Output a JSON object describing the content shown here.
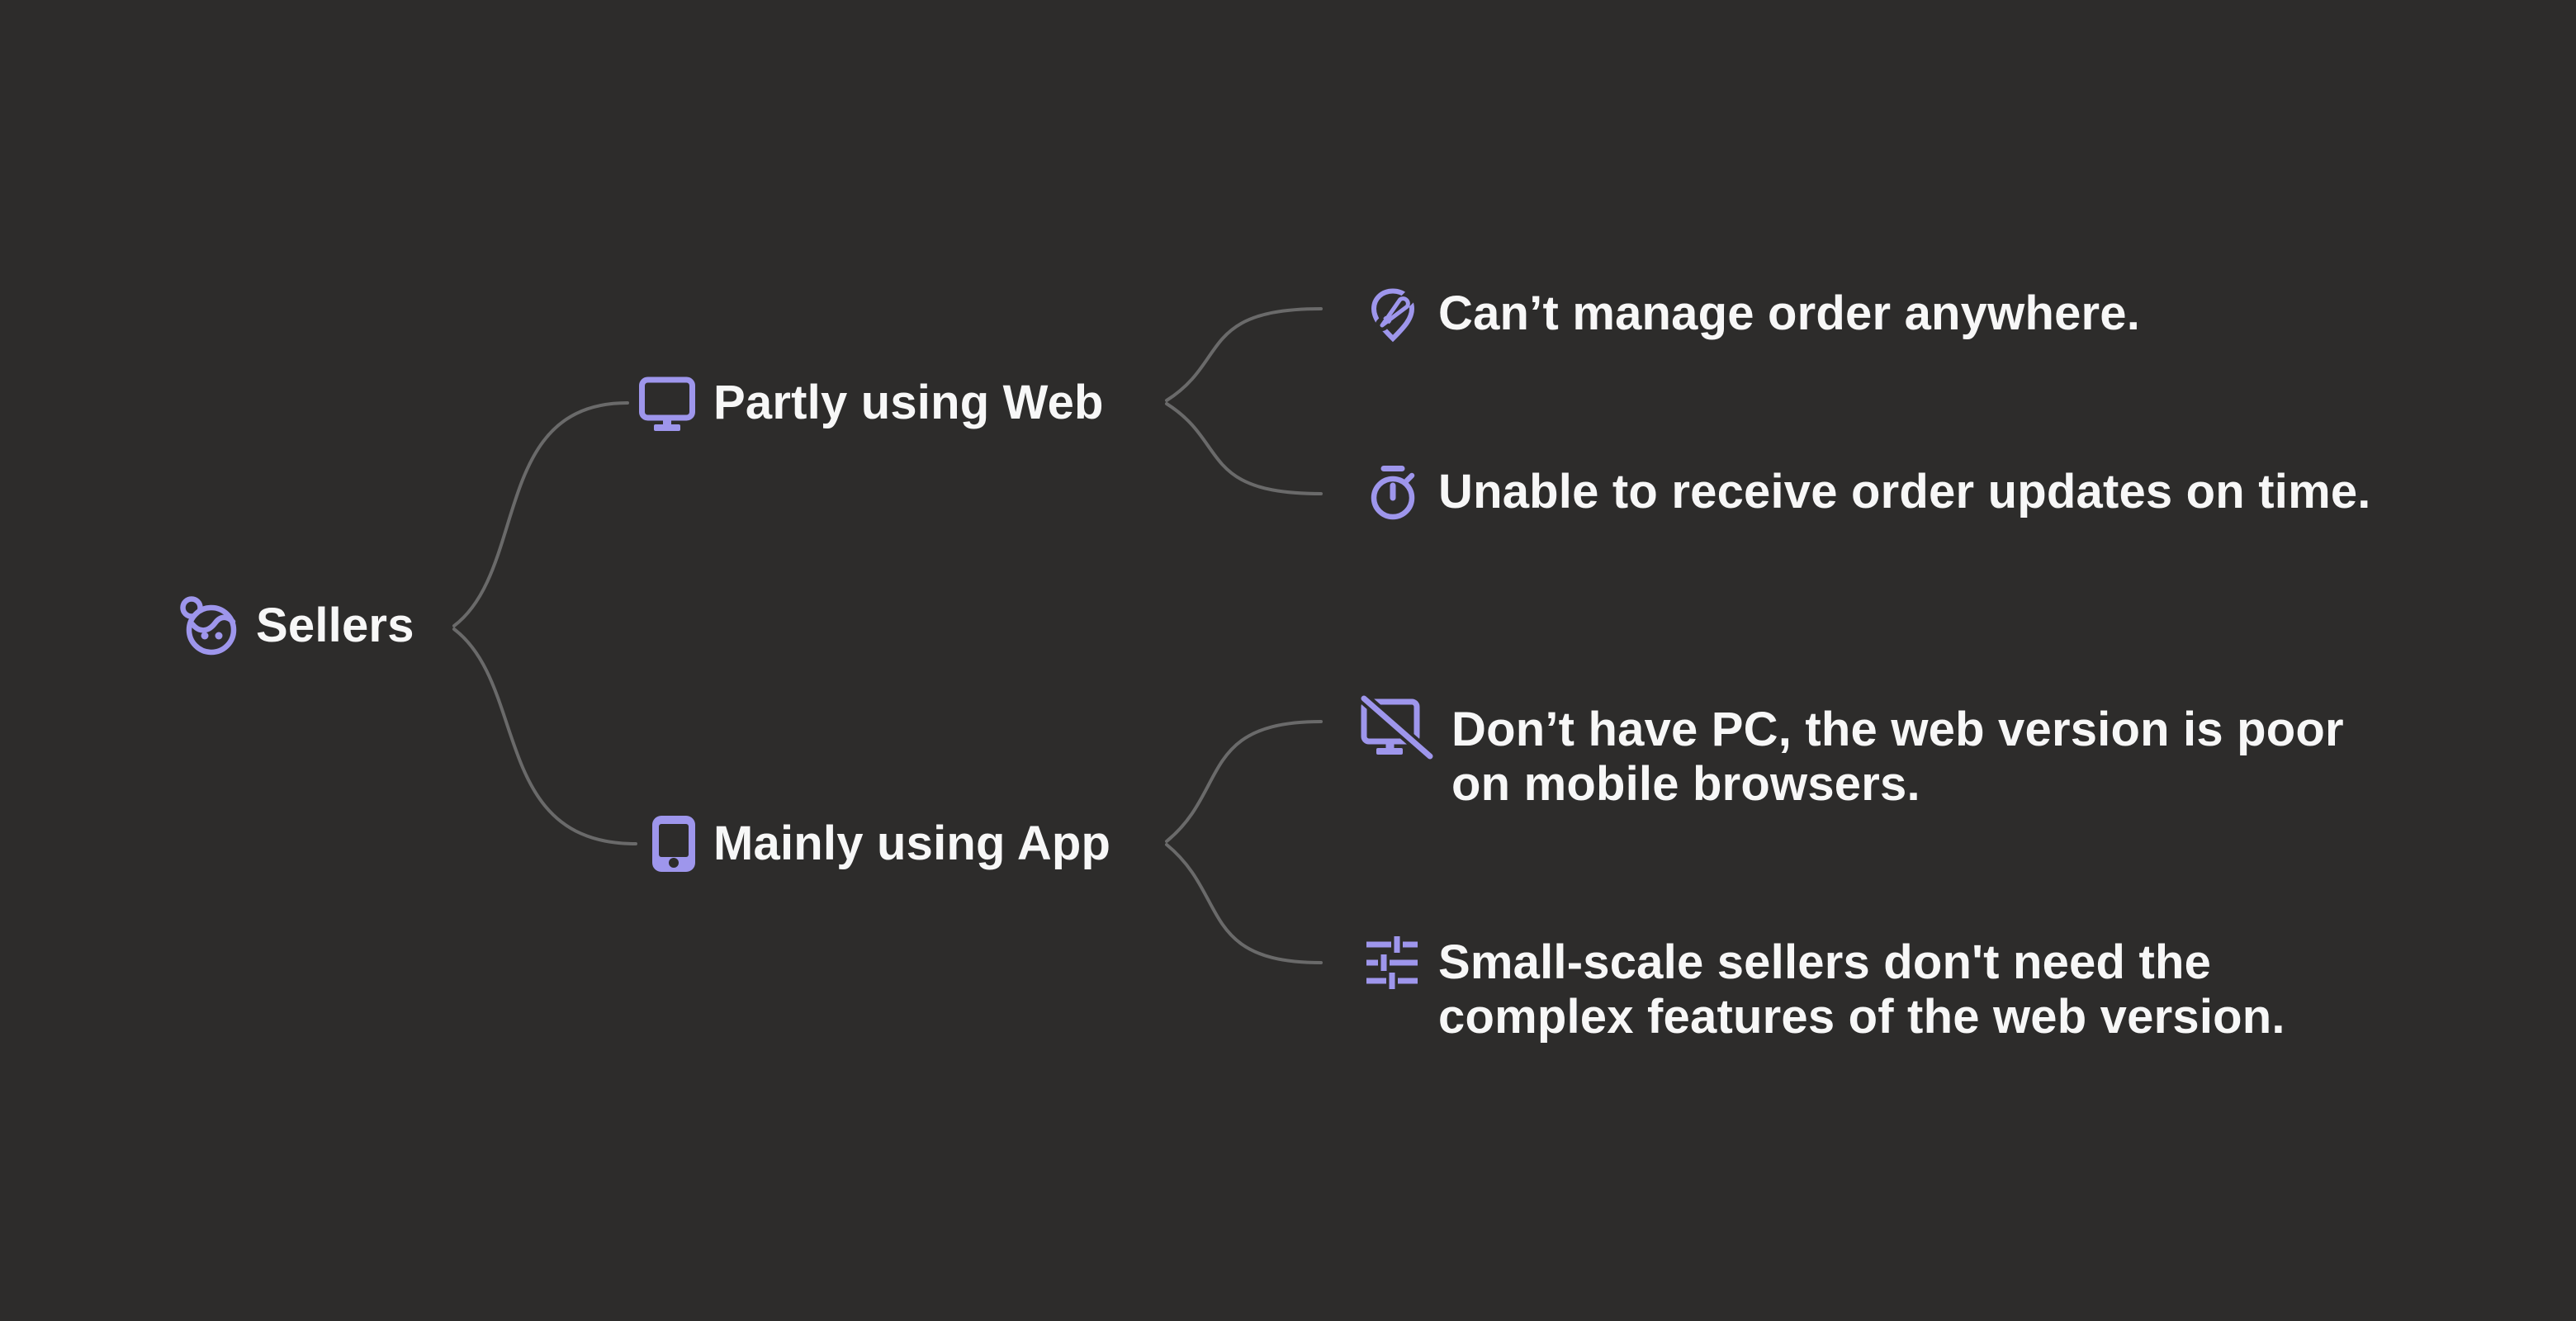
{
  "mindmap": {
    "colors": {
      "background": "#2d2c2b",
      "accent": "#9e96ec",
      "text": "#f7f7f7",
      "connector": "#6a6a6a"
    },
    "root": {
      "label": "Sellers",
      "icon": "girl-face-icon"
    },
    "branches": [
      {
        "label": "Partly using Web",
        "icon": "monitor-icon",
        "children": [
          {
            "label": "Can’t manage order anywhere.",
            "icon": "edit-location-icon"
          },
          {
            "label": "Unable to receive order updates on time.",
            "icon": "stopwatch-icon"
          }
        ]
      },
      {
        "label": "Mainly using App",
        "icon": "smartphone-icon",
        "children": [
          {
            "label": "Don’t have PC, the web version is poor\non mobile browsers.",
            "icon": "monitor-off-icon"
          },
          {
            "label": "Small-scale sellers don't need the\ncomplex features of the web version.",
            "icon": "tune-sliders-icon"
          }
        ]
      }
    ]
  }
}
